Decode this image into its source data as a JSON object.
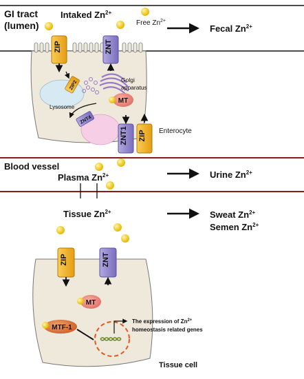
{
  "sections": {
    "gi_tract": {
      "line1": "GI tract",
      "line2": "(lumen)"
    },
    "blood_vessel": "Blood vessel"
  },
  "labels": {
    "intaked_zn": "Intaked Zn",
    "free_zn": "Free Zn",
    "fecal_zn": "Fecal Zn",
    "golgi_line1": "Golgi",
    "golgi_line2": "apparatus",
    "lysosome": "Lysosome",
    "enterocyte": "Enterocyte",
    "plasma_zn": "Plasma Zn",
    "urine_zn": "Urine Zn",
    "tissue_zn": "Tissue Zn",
    "sweat_zn": "Sweat Zn",
    "semen_zn": "Semen Zn",
    "expression_line1": "The expression of Zn",
    "expression_line2": "homeostasis related genes",
    "tissue_cell": "Tissue cell",
    "charge": "2+"
  },
  "transporters": {
    "zip": "ZIP",
    "znt": "ZNT",
    "zip2": "ZIP2",
    "znt4": "ZNT4",
    "znt1": "ZNT1",
    "mt": "MT",
    "mtf1": "MTF-1"
  },
  "colors": {
    "zip": "#f5b82a",
    "znt": "#9a8fd0",
    "mt": "#f08a84",
    "zinc": "#f7d21c",
    "cell": "#efe9dc",
    "membrane_line": "#8b1a1a",
    "lysosome": "#d7eaf3",
    "vesicle": "#f6cfe6",
    "nucleus_ring": "#e0591f"
  }
}
